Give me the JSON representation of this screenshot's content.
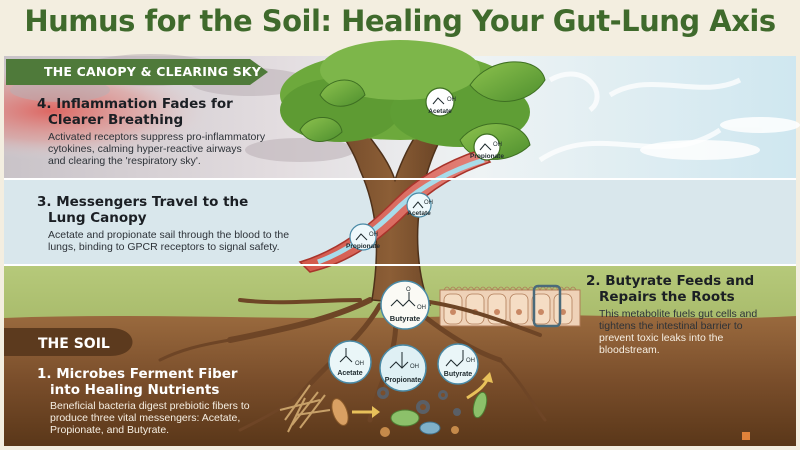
{
  "title": "Humus for the Soil: Healing Your Gut-Lung Axis",
  "canopy_banner": "THE CANOPY & CLEARING SKY",
  "soil_banner": "THE SOIL",
  "steps": [
    {
      "heading_1": "1. Microbes Ferment Fiber",
      "heading_2": "into Healing Nutrients",
      "body_1": "Beneficial bacteria digest prebiotic fibers to",
      "body_2": "produce three vital messengers: Acetate,",
      "body_3": "Propionate, and Butyrate."
    },
    {
      "heading_1": "2. Butyrate Feeds and",
      "heading_2": "Repairs the Roots",
      "body_1": "This metabolite fuels gut cells and",
      "body_2": "tightens the intestinal barrier to",
      "body_3": "prevent toxic leaks into the",
      "body_4": "bloodstream."
    },
    {
      "heading_1": "3. Messengers Travel to the",
      "heading_2": "Lung Canopy",
      "body_1": "Acetate and propionate sail through the blood to the",
      "body_2": "lungs, binding to GPCR receptors to signal safety."
    },
    {
      "heading_1": "4. Inflammation Fades for",
      "heading_2": "Clearer Breathing",
      "body_1": "Activated receptors suppress pro-inflammatory",
      "body_2": "cytokines, calming hyper-reactive airways",
      "body_3": "and clearing the 'respiratory sky'."
    }
  ],
  "molecules": {
    "acetate": "Acetate",
    "propionate": "Propionate",
    "butyrate": "Butyrate",
    "oh": "OH",
    "o": "O"
  },
  "colors": {
    "title": "#3f6a2c",
    "banner": "#4f7a3a",
    "soil": "#6b4526",
    "sky": "#d8e9ef",
    "storm": "#d95a52"
  }
}
